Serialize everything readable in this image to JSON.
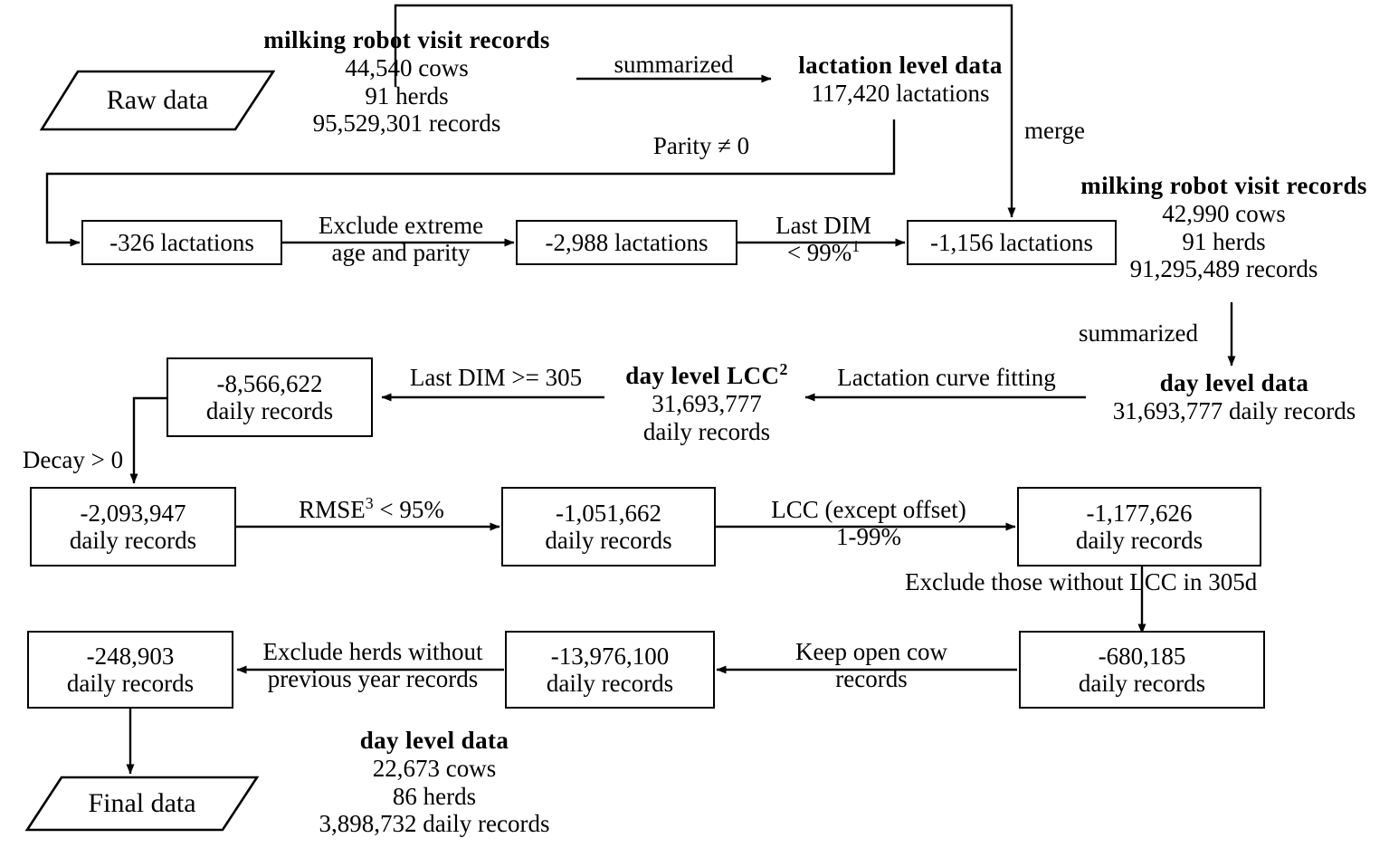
{
  "diagram": {
    "title": "Data processing flowchart",
    "terminals": [
      {
        "name": "raw-data",
        "label": "Raw data"
      },
      {
        "name": "final-data",
        "label": "Final data"
      }
    ],
    "stat_blocks": [
      {
        "name": "raw-data-stats",
        "header": "milking robot visit records",
        "lines": [
          "44,540  cows",
          "91 herds",
          "95,529,301 records"
        ]
      },
      {
        "name": "lactation-level-data-stats",
        "header": "lactation level data",
        "lines": [
          "117,420 lactations"
        ]
      },
      {
        "name": "merged-visit-records-stats",
        "header": "milking robot visit records",
        "lines": [
          "42,990 cows",
          "91 herds",
          "91,295,489 records"
        ]
      },
      {
        "name": "day-level-data-stats",
        "header": "day level data",
        "lines": [
          "31,693,777 daily records"
        ]
      },
      {
        "name": "day-level-lcc-stats",
        "header": "day level LCC",
        "header_sup": "2",
        "lines": [
          "31,693,777",
          "daily records"
        ]
      },
      {
        "name": "final-data-stats",
        "header": "day level data",
        "lines": [
          "22,673 cows",
          "86 herds",
          "3,898,732 daily records"
        ]
      }
    ],
    "boxes": [
      {
        "name": "box-minus-326-lactations",
        "line1": "-326 lactations",
        "line2": ""
      },
      {
        "name": "box-minus-2988-lactations",
        "line1": "-2,988 lactations",
        "line2": ""
      },
      {
        "name": "box-minus-1156-lactations",
        "line1": "-1,156 lactations",
        "line2": ""
      },
      {
        "name": "box-minus-8566622",
        "line1": "-8,566,622",
        "line2": "daily records"
      },
      {
        "name": "box-minus-2093947",
        "line1": "-2,093,947",
        "line2": "daily records"
      },
      {
        "name": "box-minus-1051662",
        "line1": "-1,051,662",
        "line2": "daily records"
      },
      {
        "name": "box-minus-1177626",
        "line1": "-1,177,626",
        "line2": "daily records"
      },
      {
        "name": "box-minus-680185",
        "line1": "-680,185",
        "line2": "daily records"
      },
      {
        "name": "box-minus-13976100",
        "line1": "-13,976,100",
        "line2": "daily records"
      },
      {
        "name": "box-minus-248903",
        "line1": "-248,903",
        "line2": "daily records"
      }
    ],
    "edge_labels": [
      {
        "name": "edge-label-summarized-top",
        "line1": "summarized",
        "line2": ""
      },
      {
        "name": "edge-label-merge",
        "line1": "merge",
        "line2": ""
      },
      {
        "name": "edge-label-parity",
        "line1": "Parity ≠ 0",
        "line2": ""
      },
      {
        "name": "edge-label-exclude-extreme-age-parity",
        "line1": "Exclude  extreme",
        "line2": "age and parity"
      },
      {
        "name": "edge-label-last-dim-99",
        "line1": "Last DIM",
        "line2": "< 99%",
        "line2_sup": "1"
      },
      {
        "name": "edge-label-summarized-right",
        "line1": "summarized",
        "line2": ""
      },
      {
        "name": "edge-label-lactation-curve-fitting",
        "line1": "Lactation curve fitting",
        "line2": ""
      },
      {
        "name": "edge-label-last-dim-305",
        "line1": "Last DIM >= 305",
        "line2": ""
      },
      {
        "name": "edge-label-decay",
        "line1": "Decay > 0",
        "line2": ""
      },
      {
        "name": "edge-label-rmse",
        "line1": "RMSE",
        "line1_sup": "3",
        "line1_tail": " < 95%",
        "line2": ""
      },
      {
        "name": "edge-label-lcc-except-offset",
        "line1": "LCC (except  offset)",
        "line2": "1-99%"
      },
      {
        "name": "edge-label-exclude-without-lcc-305d",
        "line1": "Exclude those without LCC in 305d",
        "line2": ""
      },
      {
        "name": "edge-label-keep-open-cow-records",
        "line1": "Keep open cow",
        "line2": "records"
      },
      {
        "name": "edge-label-exclude-herds",
        "line1": "Exclude herds without",
        "line2": "previous year records"
      }
    ],
    "colors": {
      "stroke": "#000000",
      "background": "#ffffff",
      "text": "#000000"
    }
  }
}
